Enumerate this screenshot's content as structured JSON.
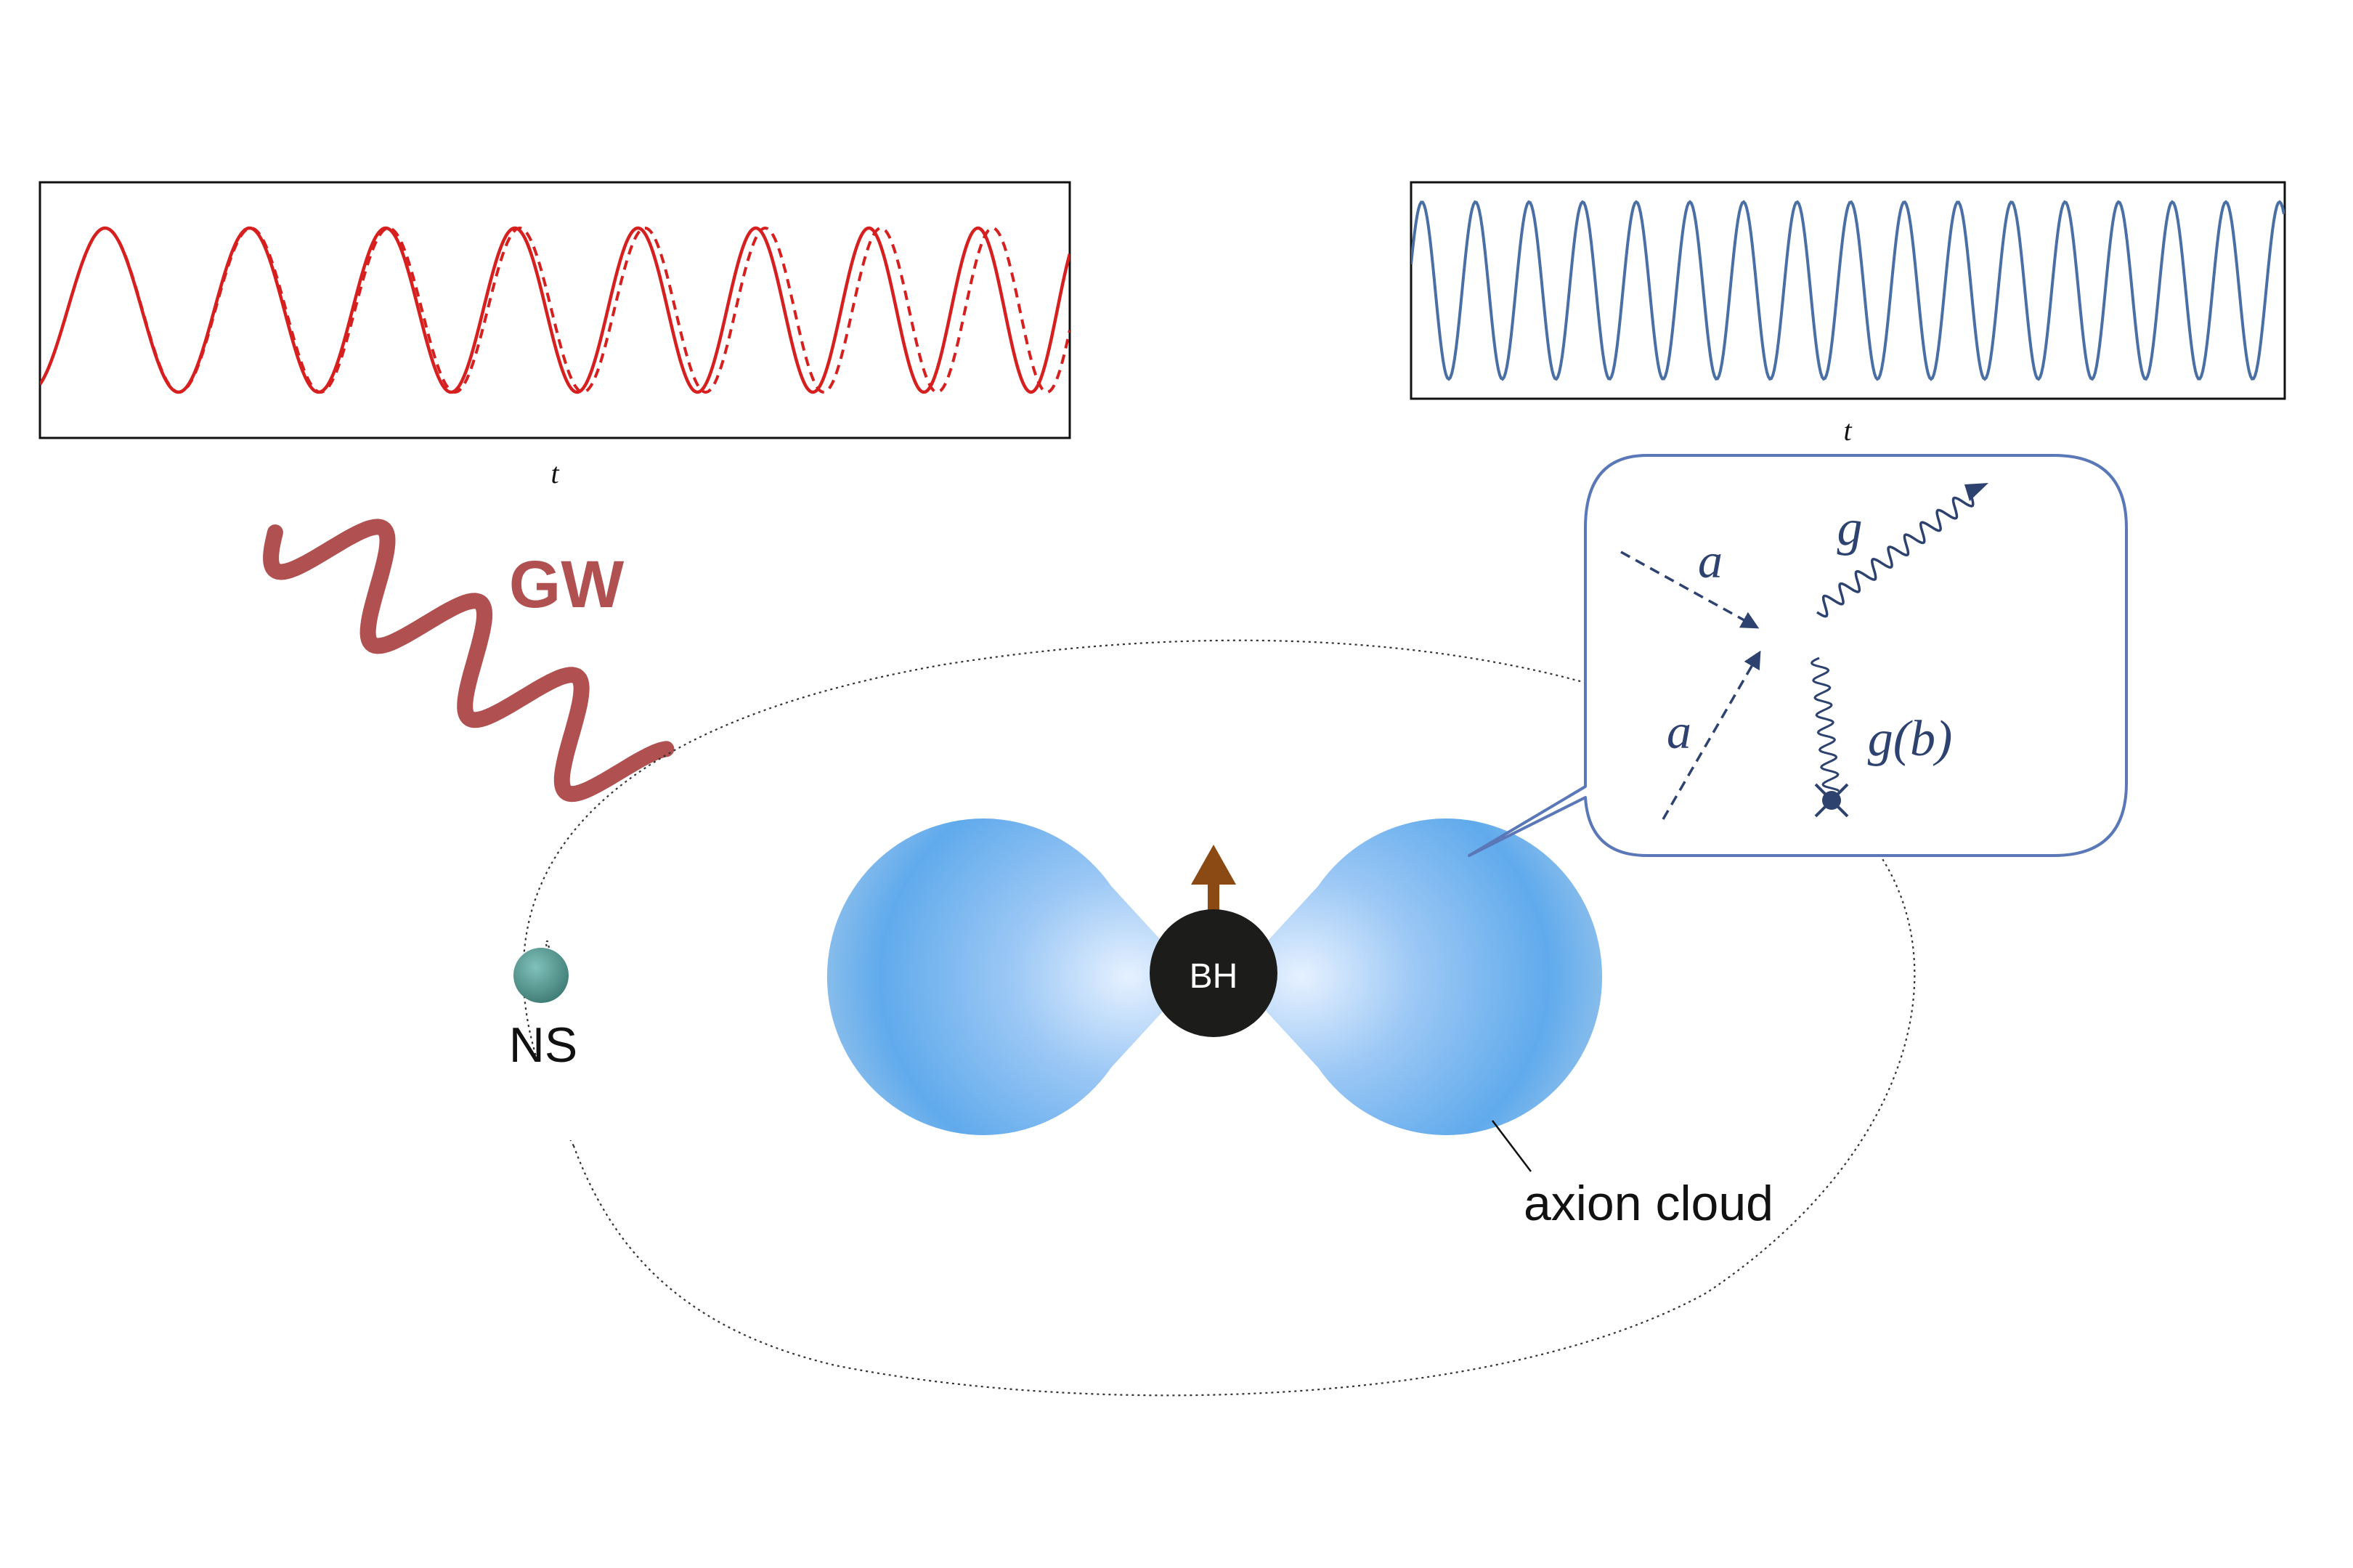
{
  "left_plot": {
    "x_label": "t",
    "solid_color": "#d62020",
    "dashed_color": "#d62020"
  },
  "right_plot": {
    "x_label": "t",
    "line_color": "#4a6fa5"
  },
  "labels": {
    "gw": "GW",
    "ns": "NS",
    "bh": "BH",
    "axion_cloud": "axion cloud"
  },
  "diagram_inset": {
    "incoming_top": "a",
    "incoming_bottom": "a",
    "outgoing": "g",
    "exchange": "g(b)"
  },
  "colors": {
    "gw_wave": "#b05050",
    "ns": "#4f8f8a",
    "bh": "#1c1c1a",
    "spin_arrow": "#8b4a14",
    "cloud": "#5aa8ea",
    "inset_border": "#5a78b8",
    "feynman": "#2e4270",
    "orbit": "#333333"
  }
}
